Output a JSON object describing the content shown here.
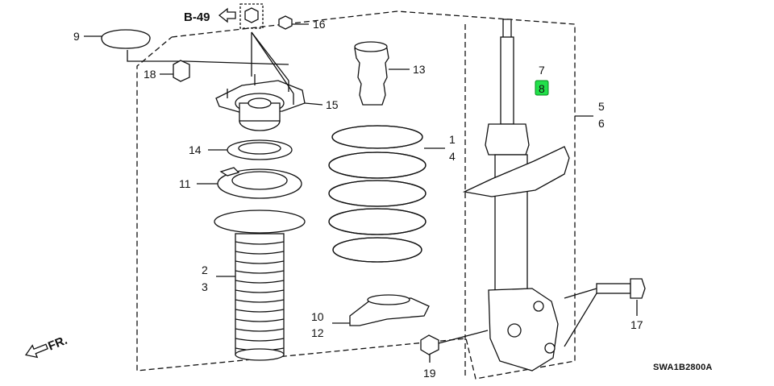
{
  "reference": {
    "label": "B-49"
  },
  "callouts": {
    "c1": "1",
    "c2": "2",
    "c3": "3",
    "c4": "4",
    "c5": "5",
    "c6": "6",
    "c7": "7",
    "c8": "8",
    "c9": "9",
    "c10": "10",
    "c11": "11",
    "c12": "12",
    "c13": "13",
    "c14": "14",
    "c15": "15",
    "c16": "16",
    "c17": "17",
    "c18": "18",
    "c19": "19"
  },
  "front_indicator": {
    "label": "FR."
  },
  "diagram_code": "SWA1B2800A",
  "highlight": {
    "color": "#22e04a",
    "part": "8"
  }
}
